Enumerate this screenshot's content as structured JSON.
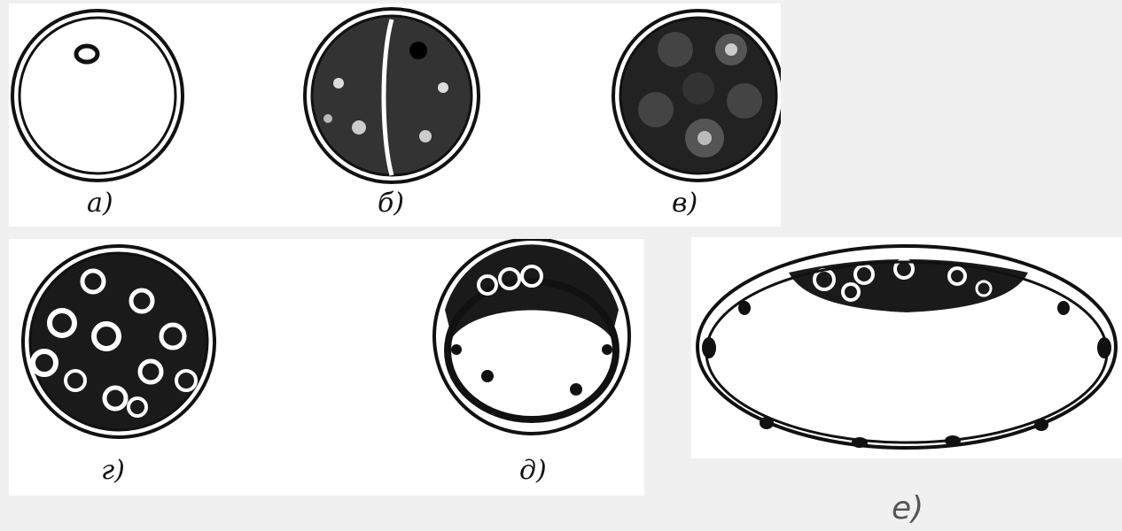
{
  "labels": {
    "a": "а)",
    "b": "б)",
    "v": "в)",
    "g": "г)",
    "d": "д)",
    "e": "е)"
  },
  "colors": {
    "ink": "#111111",
    "panel": "#ffffff",
    "background": "#f0f0f0",
    "label_e": "#555555"
  }
}
